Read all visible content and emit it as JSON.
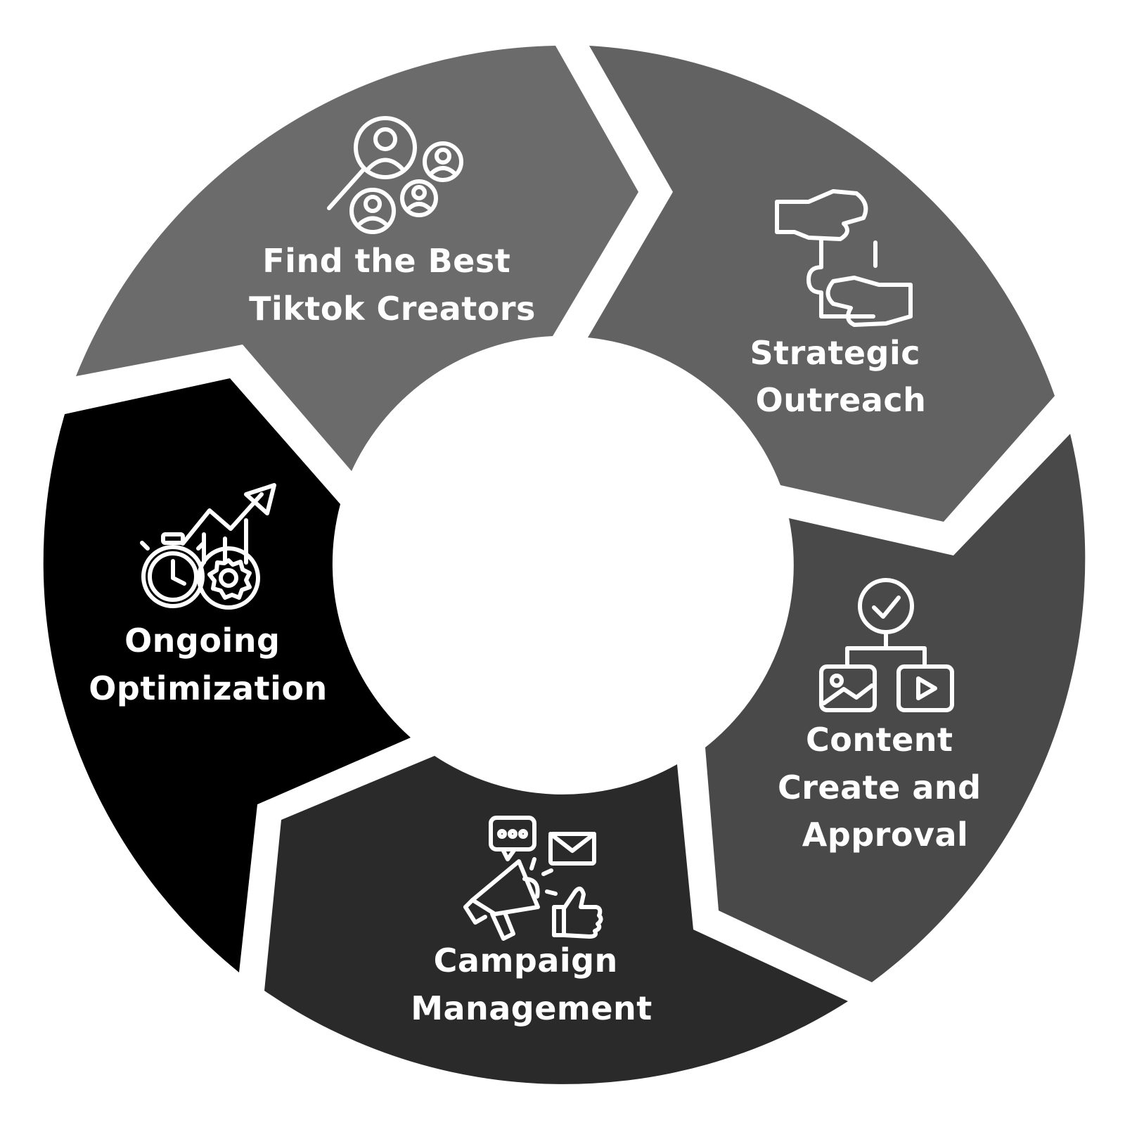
{
  "diagram": {
    "segments": [
      {
        "id": "find-creators",
        "lines": [
          "Find the Best",
          "Tiktok Creators"
        ],
        "color": "#6b6b6b",
        "icon": "search-people-icon"
      },
      {
        "id": "strategic-outreach",
        "lines": [
          "Strategic",
          "Outreach"
        ],
        "color": "#626262",
        "icon": "handshake-puzzle-icon"
      },
      {
        "id": "content-create",
        "lines": [
          "Content",
          "Create and",
          "Approval"
        ],
        "color": "#494949",
        "icon": "content-approval-icon"
      },
      {
        "id": "campaign-management",
        "lines": [
          "Campaign",
          "Management"
        ],
        "color": "#2a2a2a",
        "icon": "megaphone-social-icon"
      },
      {
        "id": "ongoing-optimization",
        "lines": [
          "Ongoing",
          "Optimization"
        ],
        "color": "#000000",
        "icon": "stopwatch-growth-icon"
      }
    ]
  }
}
